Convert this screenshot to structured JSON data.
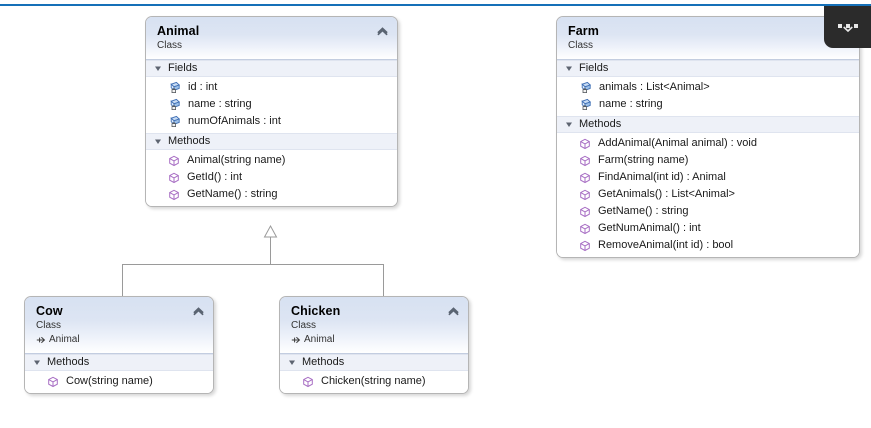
{
  "theme": {
    "accent_blue": "#1570b8",
    "header_gradient_start": "#d7e1f2",
    "card_border": "#b5b5b5",
    "section_band": "#eef1f8",
    "field_icon_color": "#4f7fc4",
    "method_icon_color": "#a86fc4",
    "overlay_bg": "#2b2b2b"
  },
  "classes": [
    {
      "id": "animal",
      "name": "Animal",
      "stereotype": "Class",
      "base": null,
      "collapse_icon": "chevron-up-icon",
      "sections": [
        {
          "label": "Fields",
          "expander_icon": "triangle-expanded-icon",
          "members": [
            {
              "icon": "field-private-icon",
              "label": "id : int"
            },
            {
              "icon": "field-private-icon",
              "label": "name : string"
            },
            {
              "icon": "field-private-icon",
              "label": "numOfAnimals : int"
            }
          ]
        },
        {
          "label": "Methods",
          "expander_icon": "triangle-expanded-icon",
          "members": [
            {
              "icon": "method-icon",
              "label": "Animal(string name)"
            },
            {
              "icon": "method-icon",
              "label": "GetId() : int"
            },
            {
              "icon": "method-icon",
              "label": "GetName() : string"
            }
          ]
        }
      ]
    },
    {
      "id": "farm",
      "name": "Farm",
      "stereotype": "Class",
      "base": null,
      "collapse_icon": null,
      "sections": [
        {
          "label": "Fields",
          "expander_icon": "triangle-expanded-icon",
          "members": [
            {
              "icon": "field-private-icon",
              "label": "animals : List<Animal>"
            },
            {
              "icon": "field-private-icon",
              "label": "name : string"
            }
          ]
        },
        {
          "label": "Methods",
          "expander_icon": "triangle-expanded-icon",
          "members": [
            {
              "icon": "method-icon",
              "label": "AddAnimal(Animal animal) : void"
            },
            {
              "icon": "method-icon",
              "label": "Farm(string name)"
            },
            {
              "icon": "method-icon",
              "label": "FindAnimal(int id) : Animal"
            },
            {
              "icon": "method-icon",
              "label": "GetAnimals() : List<Animal>"
            },
            {
              "icon": "method-icon",
              "label": "GetName() : string"
            },
            {
              "icon": "method-icon",
              "label": "GetNumAnimal() : int"
            },
            {
              "icon": "method-icon",
              "label": "RemoveAnimal(int id) : bool"
            }
          ]
        }
      ]
    },
    {
      "id": "cow",
      "name": "Cow",
      "stereotype": "Class",
      "base": "Animal",
      "base_icon": "base-class-arrow-icon",
      "collapse_icon": "chevron-up-icon",
      "sections": [
        {
          "label": "Methods",
          "expander_icon": "triangle-expanded-icon",
          "members": [
            {
              "icon": "method-icon",
              "label": "Cow(string name)"
            }
          ]
        }
      ]
    },
    {
      "id": "chicken",
      "name": "Chicken",
      "stereotype": "Class",
      "base": "Animal",
      "base_icon": "base-class-arrow-icon",
      "collapse_icon": "chevron-up-icon",
      "sections": [
        {
          "label": "Methods",
          "expander_icon": "triangle-expanded-icon",
          "members": [
            {
              "icon": "method-icon",
              "label": "Chicken(string name)"
            }
          ]
        }
      ]
    }
  ],
  "relationships": [
    {
      "type": "inheritance",
      "from": "Cow",
      "to": "Animal",
      "arrow": "hollow-triangle"
    },
    {
      "type": "inheritance",
      "from": "Chicken",
      "to": "Animal",
      "arrow": "hollow-triangle"
    }
  ],
  "overlay": {
    "name": "more-options",
    "icon": "ellipsis-icon",
    "secondary_icon": "chevron-down-icon"
  }
}
